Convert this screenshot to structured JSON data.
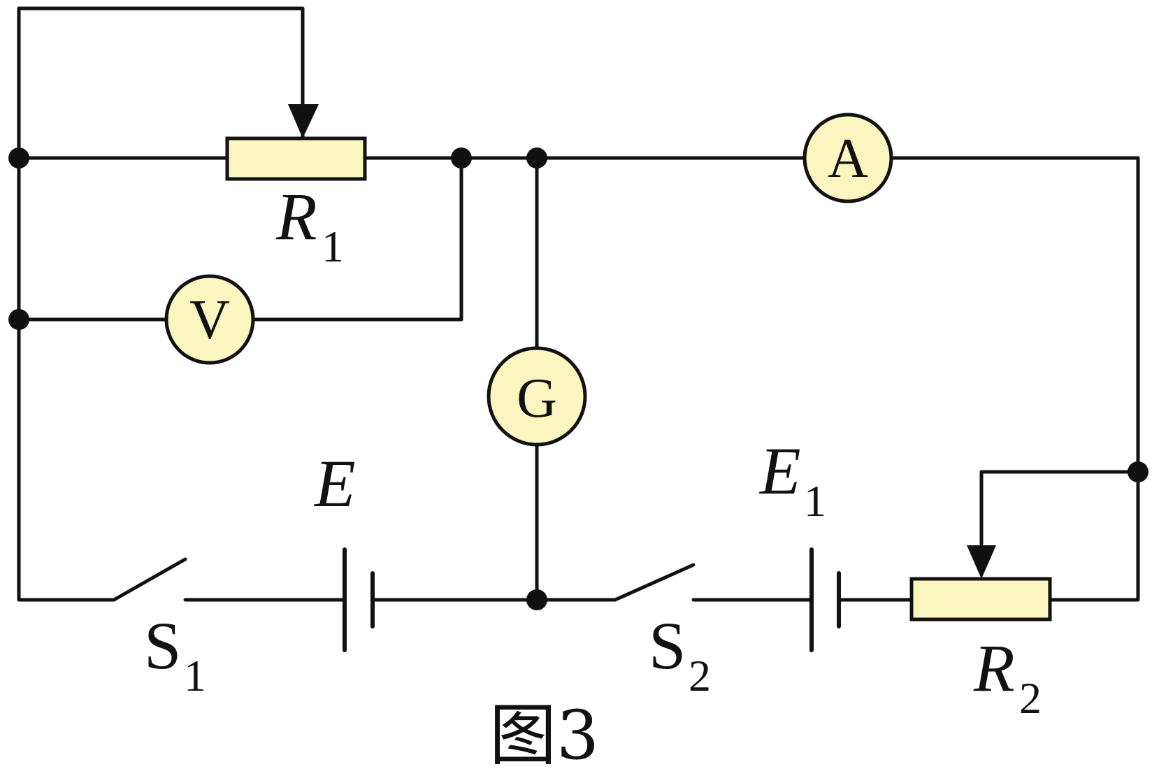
{
  "diagram": {
    "meters": {
      "voltmeter": "V",
      "ammeter": "A",
      "galvanometer": "G"
    },
    "labels": {
      "r1": {
        "main": "R",
        "sub": "1"
      },
      "r2": {
        "main": "R",
        "sub": "2"
      },
      "e": {
        "main": "E"
      },
      "e1": {
        "main": "E",
        "sub": "1"
      },
      "s1": {
        "main": "S",
        "sub": "1"
      },
      "s2": {
        "main": "S",
        "sub": "2"
      }
    },
    "caption": "图3",
    "colors": {
      "component_fill": "#fbf5c0",
      "wire": "#111111"
    }
  }
}
